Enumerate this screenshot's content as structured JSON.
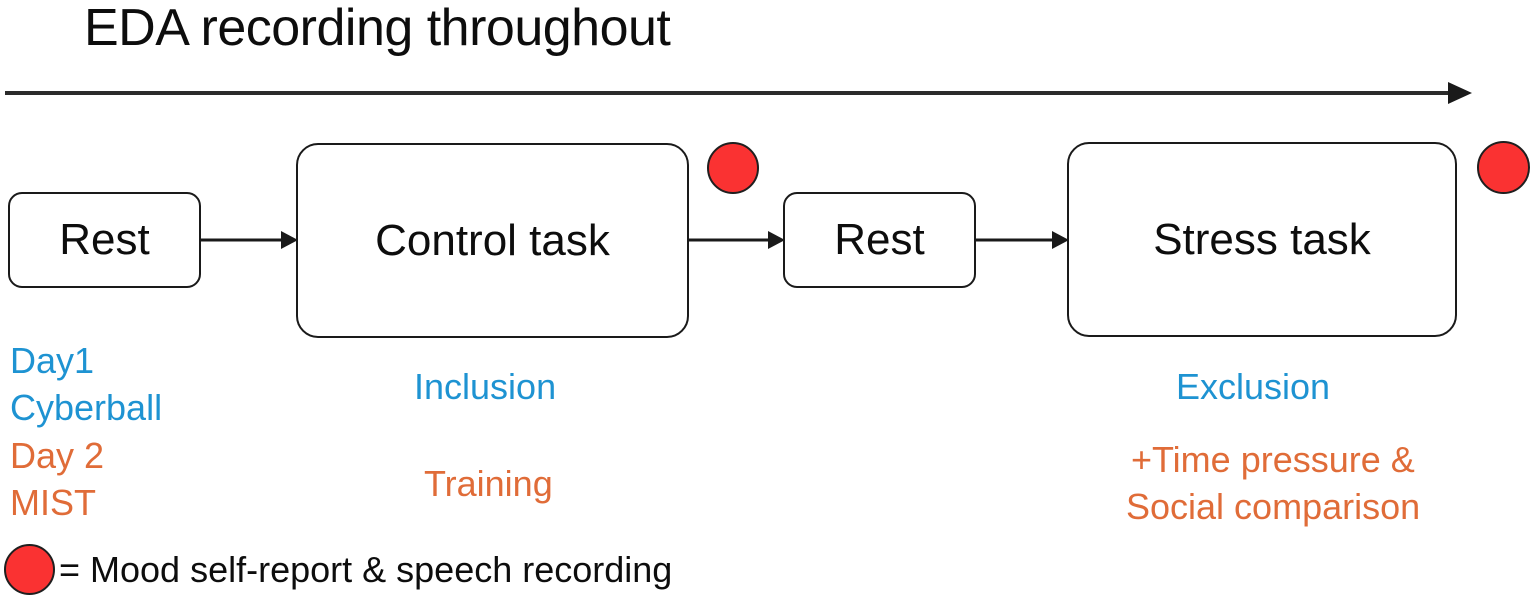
{
  "figure": {
    "title": "EDA recording throughout",
    "timeline_arrow": "rightward-time-arrow"
  },
  "stages": [
    {
      "id": "rest-1",
      "label": "Rest"
    },
    {
      "id": "control",
      "label": "Control task"
    },
    {
      "id": "rest-2",
      "label": "Rest"
    },
    {
      "id": "stress",
      "label": "Stress task"
    }
  ],
  "annotations": {
    "rest1": {
      "day1_label": "Day1",
      "day1_task": "Cyberball",
      "day2_label": "Day 2",
      "day2_task": "MIST"
    },
    "control": {
      "day1_condition": "Inclusion",
      "day2_condition": "Training"
    },
    "stress": {
      "day1_condition": "Exclusion",
      "day2_condition_line1": "+Time pressure &",
      "day2_condition_line2": "Social comparison"
    }
  },
  "markers": [
    {
      "id": "after-control",
      "meaning": "Mood self-report & speech recording"
    },
    {
      "id": "after-stress",
      "meaning": "Mood self-report & speech recording"
    }
  ],
  "legend": {
    "text": "= Mood self-report & speech recording",
    "marker_shape": "red-filled-circle"
  },
  "colors": {
    "day1_blue": "#1e93d2",
    "day2_orange": "#e06c38",
    "marker_red": "#fa3232",
    "stroke_black": "#1a1a1a",
    "text_black": "#0d0d0d"
  }
}
